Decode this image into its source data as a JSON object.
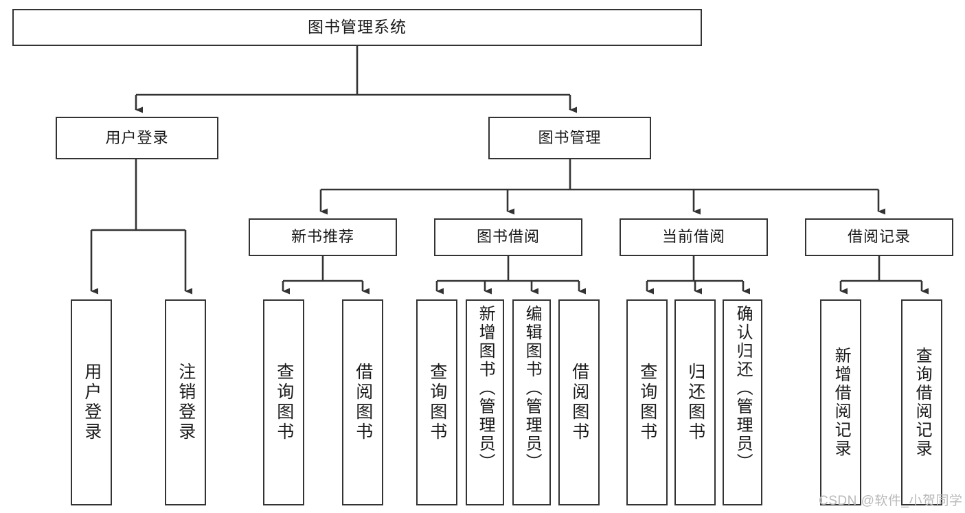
{
  "diagram": {
    "title": "图书管理系统",
    "type": "tree-hierarchy-diagram",
    "colors": {
      "box_border": "#333333",
      "box_fill": "#ffffff",
      "connector": "#333333",
      "text": "#1a1a1a",
      "watermark": "#b9b9b9",
      "background": "#ffffff"
    },
    "nodes": {
      "root": {
        "label": "图书管理系统"
      },
      "level2": [
        {
          "label": "用户登录"
        },
        {
          "label": "图书管理"
        }
      ],
      "level3": [
        {
          "label": "新书推荐"
        },
        {
          "label": "图书借阅"
        },
        {
          "label": "当前借阅"
        },
        {
          "label": "借阅记录"
        }
      ],
      "leaves_user_login": [
        {
          "label": "用户登录"
        },
        {
          "label": "注销登录"
        }
      ],
      "leaves_new_book": [
        {
          "label": "查询图书"
        },
        {
          "label": "借阅图书"
        }
      ],
      "leaves_borrow": [
        {
          "label": "查询图书"
        },
        {
          "label": "新增图书（管理员）"
        },
        {
          "label": "编辑图书（管理员）"
        },
        {
          "label": "借阅图书"
        }
      ],
      "leaves_current": [
        {
          "label": "查询图书"
        },
        {
          "label": "归还图书"
        },
        {
          "label": "确认归还（管理员）"
        }
      ],
      "leaves_records": [
        {
          "label": "新增借阅记录"
        },
        {
          "label": "查询借阅记录"
        }
      ]
    },
    "watermark": "CSDN @软件_小贺同学"
  }
}
